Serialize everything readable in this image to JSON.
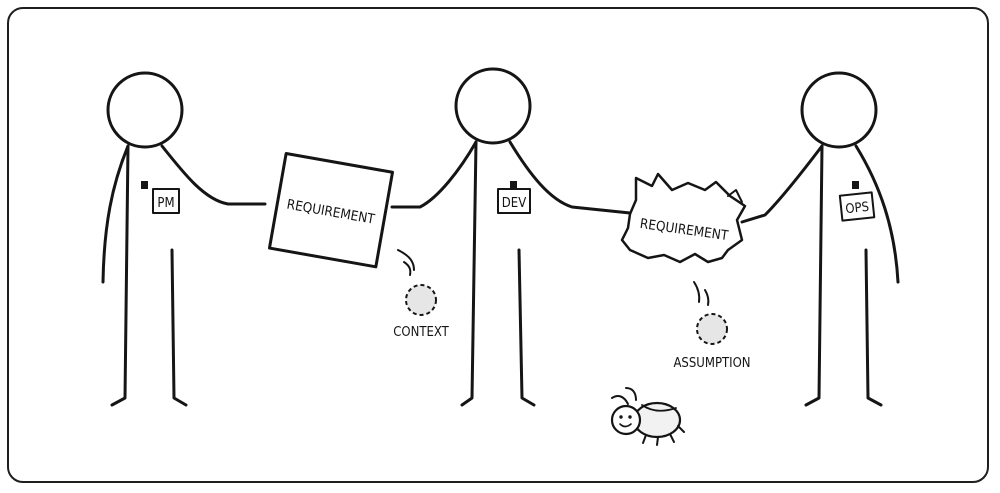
{
  "people": [
    {
      "badge": "PM"
    },
    {
      "badge": "DEV"
    },
    {
      "badge": "OPS"
    }
  ],
  "documents": [
    {
      "label": "REQUIREMENT",
      "condition": "intact"
    },
    {
      "label": "REQUIREMENT",
      "condition": "torn"
    }
  ],
  "dropped_items": [
    {
      "label": "CONTEXT"
    },
    {
      "label": "ASSUMPTION"
    }
  ],
  "colors": {
    "ink": "#151515",
    "paper": "#ffffff",
    "dropped_fill": "#e6e6e6",
    "bug_fill": "#f2f2f2"
  },
  "icons": [
    "bug-icon"
  ]
}
